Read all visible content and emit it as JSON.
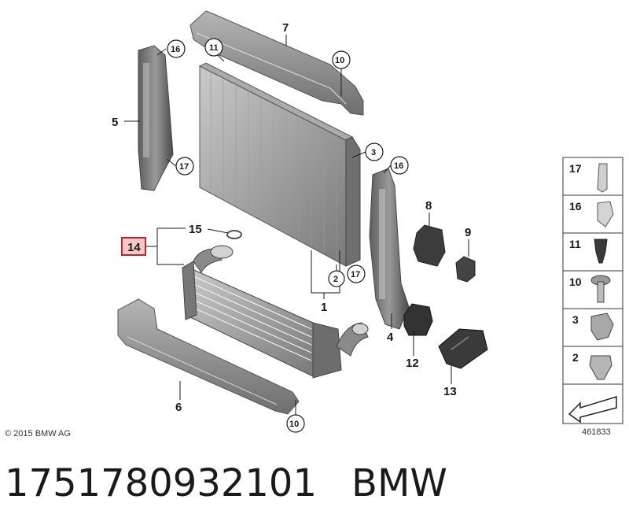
{
  "copyright": "© 2015 BMW AG",
  "diagram_id": "461833",
  "part_number": "1751780932101",
  "brand": "BMW",
  "callouts": {
    "c1": "1",
    "c2": "2",
    "c3": "3",
    "c4": "4",
    "c5": "5",
    "c6": "6",
    "c7": "7",
    "c8": "8",
    "c9": "9",
    "c10a": "10",
    "c10b": "10",
    "c11": "11",
    "c12": "12",
    "c13": "13",
    "c14": "14",
    "c15": "15",
    "c16a": "16",
    "c16b": "16",
    "c17a": "17",
    "c17b": "17"
  },
  "legend": {
    "items": [
      "17",
      "16",
      "11",
      "10",
      "3",
      "2"
    ]
  },
  "colors": {
    "highlight": "#c0272d",
    "highlight_fill": "#f4c8c8",
    "part_gray": "#8e8e8e"
  }
}
